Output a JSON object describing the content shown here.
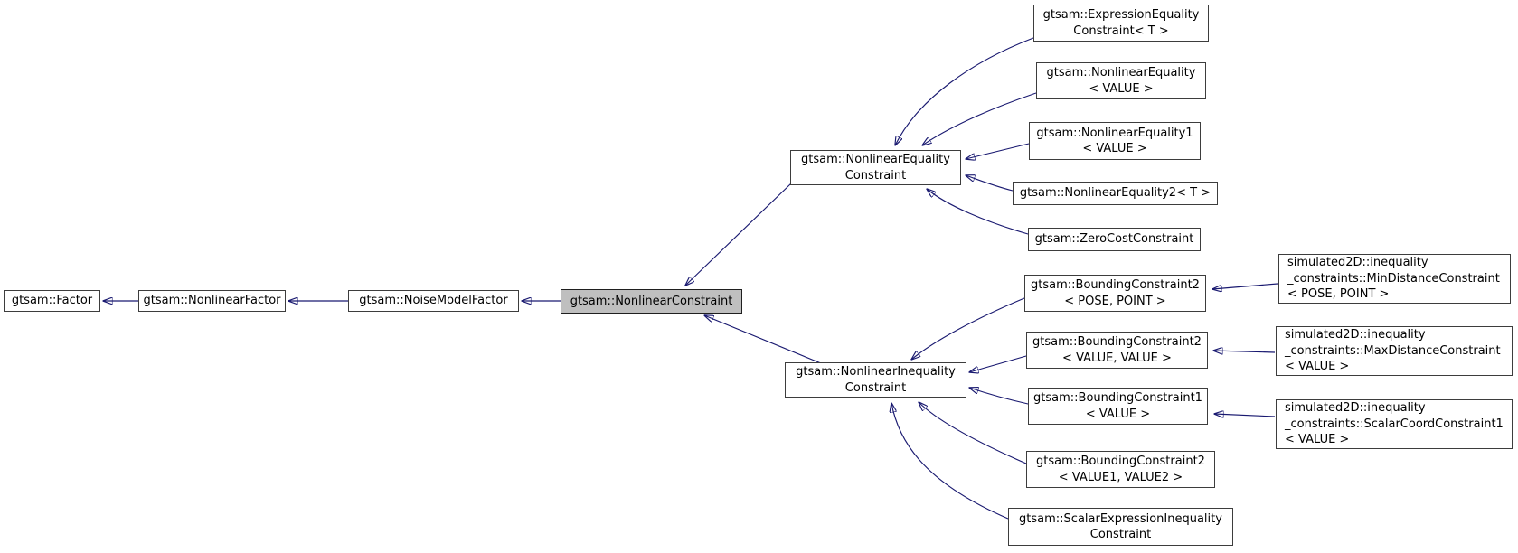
{
  "diagram": {
    "type": "doxygen-inheritance-graph",
    "root_class": "gtsam::NonlinearConstraint"
  },
  "colors": {
    "edge_arrow": "#191970",
    "node_border": "#3d3d3d",
    "highlight_node_fill": "#bfbfbf",
    "node_fill": "#ffffff",
    "background": "#ffffff",
    "text": "#000000"
  },
  "nodes": {
    "factor": {
      "label": "gtsam::Factor"
    },
    "nonlinear_factor": {
      "label": "gtsam::NonlinearFactor"
    },
    "noise_model_factor": {
      "label": "gtsam::NoiseModelFactor"
    },
    "nonlinear_constraint": {
      "label": "gtsam::NonlinearConstraint"
    },
    "nonlinear_equality_constraint": {
      "label": "gtsam::NonlinearEquality\nConstraint"
    },
    "expression_equality_constraint": {
      "label": "gtsam::ExpressionEquality\nConstraint< T >"
    },
    "nonlinear_equality": {
      "label": "gtsam::NonlinearEquality\n< VALUE >"
    },
    "nonlinear_equality1": {
      "label": "gtsam::NonlinearEquality1\n< VALUE >"
    },
    "nonlinear_equality2": {
      "label": "gtsam::NonlinearEquality2< T >"
    },
    "zero_cost_constraint": {
      "label": "gtsam::ZeroCostConstraint"
    },
    "nonlinear_inequality_constraint": {
      "label": "gtsam::NonlinearInequality\nConstraint"
    },
    "bounding_constraint2_pose_point": {
      "label": "gtsam::BoundingConstraint2\n< POSE, POINT >"
    },
    "bounding_constraint2_value_value": {
      "label": "gtsam::BoundingConstraint2\n< VALUE, VALUE >"
    },
    "bounding_constraint1_value": {
      "label": "gtsam::BoundingConstraint1\n< VALUE >"
    },
    "bounding_constraint2_value1_value2": {
      "label": "gtsam::BoundingConstraint2\n< VALUE1, VALUE2 >"
    },
    "scalar_expression_inequality_constraint": {
      "label": "gtsam::ScalarExpressionInequality\nConstraint"
    },
    "min_distance_constraint": {
      "label": "simulated2D::inequality\n_constraints::MinDistanceConstraint\n< POSE, POINT >"
    },
    "max_distance_constraint": {
      "label": "simulated2D::inequality\n_constraints::MaxDistanceConstraint\n< VALUE >"
    },
    "scalar_coord_constraint1": {
      "label": "simulated2D::inequality\n_constraints::ScalarCoordConstraint1\n< VALUE >"
    }
  },
  "edges": [
    {
      "from": "nonlinear_factor",
      "to": "factor"
    },
    {
      "from": "noise_model_factor",
      "to": "nonlinear_factor"
    },
    {
      "from": "nonlinear_constraint",
      "to": "noise_model_factor"
    },
    {
      "from": "nonlinear_equality_constraint",
      "to": "nonlinear_constraint"
    },
    {
      "from": "nonlinear_inequality_constraint",
      "to": "nonlinear_constraint"
    },
    {
      "from": "expression_equality_constraint",
      "to": "nonlinear_equality_constraint"
    },
    {
      "from": "nonlinear_equality",
      "to": "nonlinear_equality_constraint"
    },
    {
      "from": "nonlinear_equality1",
      "to": "nonlinear_equality_constraint"
    },
    {
      "from": "nonlinear_equality2",
      "to": "nonlinear_equality_constraint"
    },
    {
      "from": "zero_cost_constraint",
      "to": "nonlinear_equality_constraint"
    },
    {
      "from": "bounding_constraint2_pose_point",
      "to": "nonlinear_inequality_constraint"
    },
    {
      "from": "bounding_constraint2_value_value",
      "to": "nonlinear_inequality_constraint"
    },
    {
      "from": "bounding_constraint1_value",
      "to": "nonlinear_inequality_constraint"
    },
    {
      "from": "bounding_constraint2_value1_value2",
      "to": "nonlinear_inequality_constraint"
    },
    {
      "from": "scalar_expression_inequality_constraint",
      "to": "nonlinear_inequality_constraint"
    },
    {
      "from": "min_distance_constraint",
      "to": "bounding_constraint2_pose_point"
    },
    {
      "from": "max_distance_constraint",
      "to": "bounding_constraint2_value_value"
    },
    {
      "from": "scalar_coord_constraint1",
      "to": "bounding_constraint1_value"
    }
  ]
}
